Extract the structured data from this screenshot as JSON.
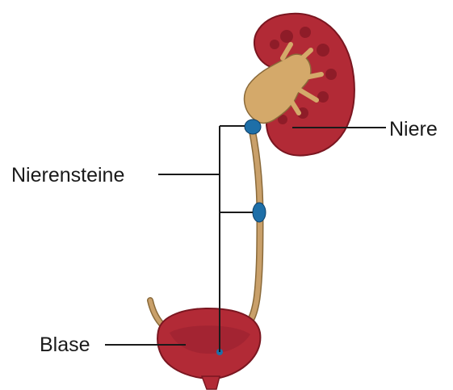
{
  "labels": {
    "kidney": "Niere",
    "kidney_stones": "Nierensteine",
    "bladder": "Blase"
  },
  "colors": {
    "kidney_fill": "#b22a36",
    "kidney_dark": "#7a1620",
    "pelvis_fill": "#d4a96a",
    "ureter_fill": "#c9a06a",
    "stone_fill": "#1e6fa8",
    "bladder_fill": "#b22a36",
    "leader_line": "#1a1a1a"
  },
  "icons": [
    "kidney-icon",
    "bladder-icon",
    "kidney-stone-icon"
  ]
}
